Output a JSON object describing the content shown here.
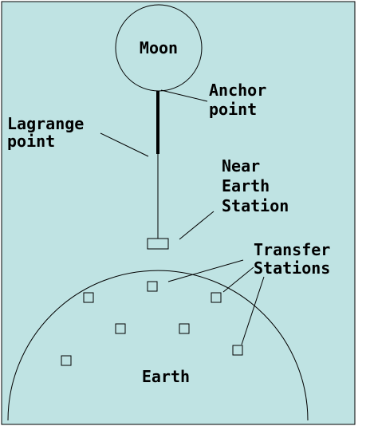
{
  "colors": {
    "background": "#bfe3e3",
    "stroke": "#000000"
  },
  "labels": {
    "moon": "Moon",
    "anchor_point": [
      "Anchor",
      "point"
    ],
    "lagrange_point": [
      "Lagrange",
      "point"
    ],
    "near_earth_station": [
      "Near",
      "Earth",
      "Station"
    ],
    "transfer_stations": [
      "Transfer",
      "Stations"
    ],
    "earth": "Earth"
  }
}
